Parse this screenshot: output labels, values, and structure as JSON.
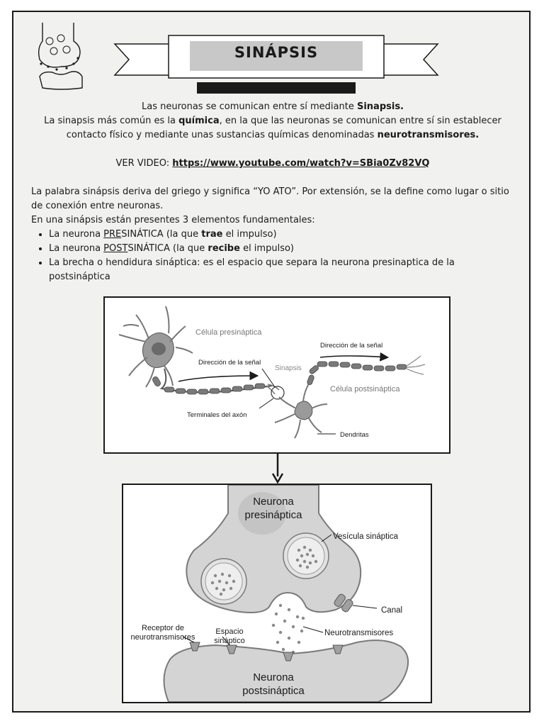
{
  "header": {
    "title": "SINÁPSIS"
  },
  "intro": {
    "line1_a": "Las neuronas se comunican entre sí mediante ",
    "line1_b": "Sinapsis.",
    "line2_a": "La sinapsis más común es la ",
    "line2_b": "química",
    "line2_c": ", en la que las neuronas se comunican entre sí sin establecer",
    "line3_a": "contacto físico y mediante unas sustancias químicas denominadas ",
    "line3_b": "neurotransmisores."
  },
  "video": {
    "label": "VER VIDEO: ",
    "url": "https://www.youtube.com/watch?v=SBia0Zv82VQ"
  },
  "body": {
    "para1": "La palabra sinápsis deriva del griego y significa “YO ATO”. Por extensión, se la define como lugar o sitio de conexión entre neuronas.",
    "para2": "En una sinápsis están presentes 3 elementos fundamentales:",
    "bullet1": {
      "a": "La neurona ",
      "b": "PRE",
      "c": "SINÁTICA (la que ",
      "d": "trae",
      "e": " el impulso)"
    },
    "bullet2": {
      "a": "La neurona ",
      "b": "POST",
      "c": "SINÁTICA (la que ",
      "d": "recibe",
      "e": " el impulso)"
    },
    "bullet3": "La brecha o hendidura sináptica: es el espacio que separa la neurona presinaptica de la postsináptica"
  },
  "figure1": {
    "presynaptic_cell": "Célula presináptica",
    "signal_direction_1": "Dirección de la señal",
    "synapse": "Sinapsis",
    "signal_direction_2": "Dirección de la señal",
    "postsynaptic_cell": "Célula postsináptica",
    "axon_terminals": "Terminales del axón",
    "dendrites": "Dendritas"
  },
  "figure2": {
    "presynaptic_line1": "Neurona",
    "presynaptic_line2": "presináptica",
    "vesicle": "Vesícula sináptica",
    "channel": "Canal",
    "receptor_line1": "Receptor de",
    "receptor_line2": "neurotransmisores",
    "cleft_line1": "Espacio",
    "cleft_line2": "sináptico",
    "neurotransmitters": "Neurotransmisores",
    "postsynaptic_line1": "Neurona",
    "postsynaptic_line2": "postsináptica"
  },
  "colors": {
    "page_bg": "#f1f1f0",
    "border": "#1a1a1a",
    "membrane": "#d4d4d4",
    "membrane_stroke": "#7a7a7a"
  }
}
